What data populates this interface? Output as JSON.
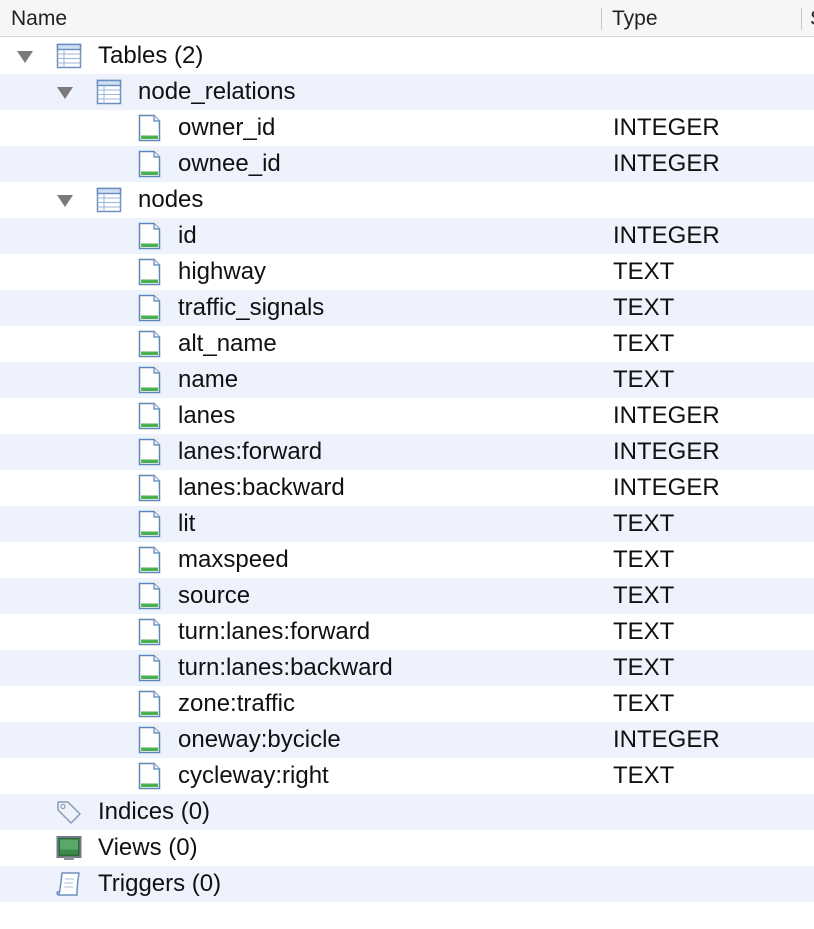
{
  "header": {
    "name_col": "Name",
    "type_col": "Type",
    "size_col": "S"
  },
  "tree": {
    "tables": {
      "label": "Tables (2)",
      "icon": "table-icon",
      "children": [
        {
          "label": "node_relations",
          "icon": "table-icon",
          "columns": [
            {
              "name": "owner_id",
              "type": "INTEGER"
            },
            {
              "name": "ownee_id",
              "type": "INTEGER"
            }
          ]
        },
        {
          "label": "nodes",
          "icon": "table-icon",
          "columns": [
            {
              "name": "id",
              "type": "INTEGER"
            },
            {
              "name": "highway",
              "type": "TEXT"
            },
            {
              "name": "traffic_signals",
              "type": "TEXT"
            },
            {
              "name": "alt_name",
              "type": "TEXT"
            },
            {
              "name": "name",
              "type": "TEXT"
            },
            {
              "name": "lanes",
              "type": "INTEGER"
            },
            {
              "name": "lanes:forward",
              "type": "INTEGER"
            },
            {
              "name": "lanes:backward",
              "type": "INTEGER"
            },
            {
              "name": "lit",
              "type": "TEXT"
            },
            {
              "name": "maxspeed",
              "type": "TEXT"
            },
            {
              "name": "source",
              "type": "TEXT"
            },
            {
              "name": "turn:lanes:forward",
              "type": "TEXT"
            },
            {
              "name": "turn:lanes:backward",
              "type": "TEXT"
            },
            {
              "name": "zone:traffic",
              "type": "TEXT"
            },
            {
              "name": "oneway:bycicle",
              "type": "INTEGER"
            },
            {
              "name": "cycleway:right",
              "type": "TEXT"
            }
          ]
        }
      ]
    },
    "indices": {
      "label": "Indices (0)",
      "icon": "tag-icon"
    },
    "views": {
      "label": "Views (0)",
      "icon": "view-icon"
    },
    "triggers": {
      "label": "Triggers (0)",
      "icon": "scroll-icon"
    }
  },
  "colors": {
    "alt_row": "#edf2fc",
    "header_bg": "#f6f6f6",
    "field_icon_accent": "#4caf50",
    "table_icon_accent": "#4a7fc1"
  }
}
